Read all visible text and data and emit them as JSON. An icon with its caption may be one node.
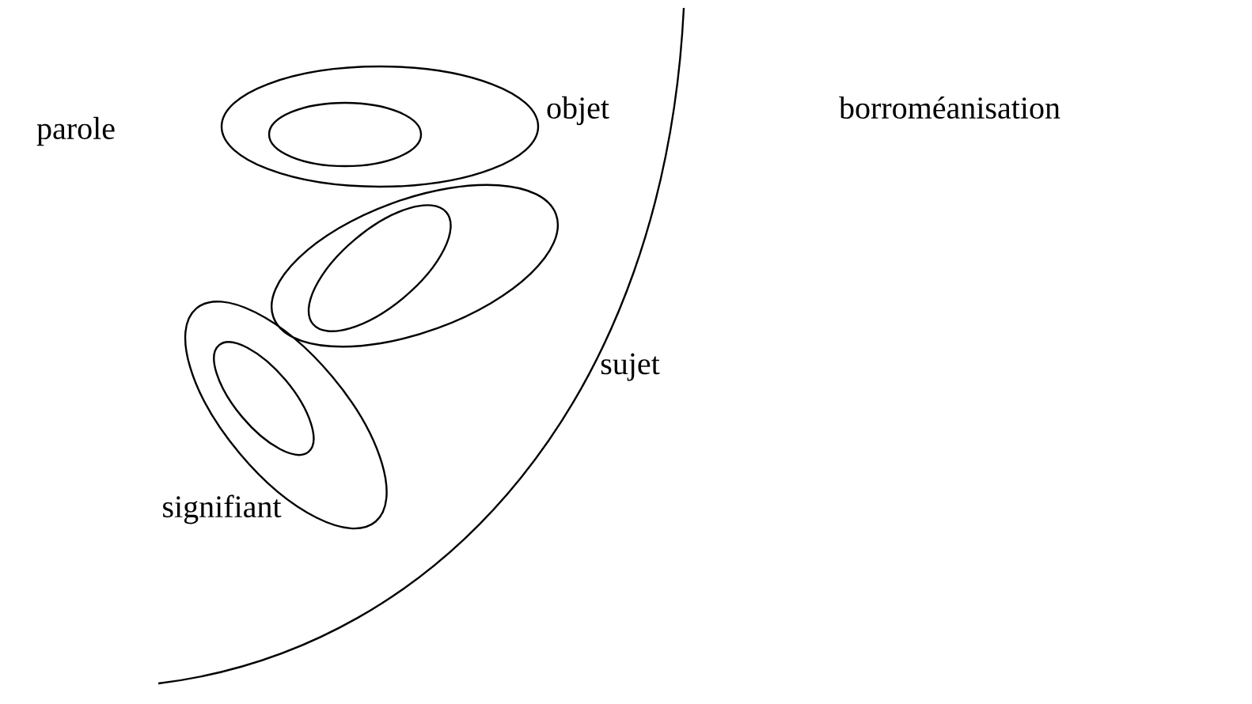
{
  "diagram": {
    "labels": [
      "parole",
      "objet",
      "borroméanisation",
      "sujet",
      "signifiant"
    ]
  }
}
